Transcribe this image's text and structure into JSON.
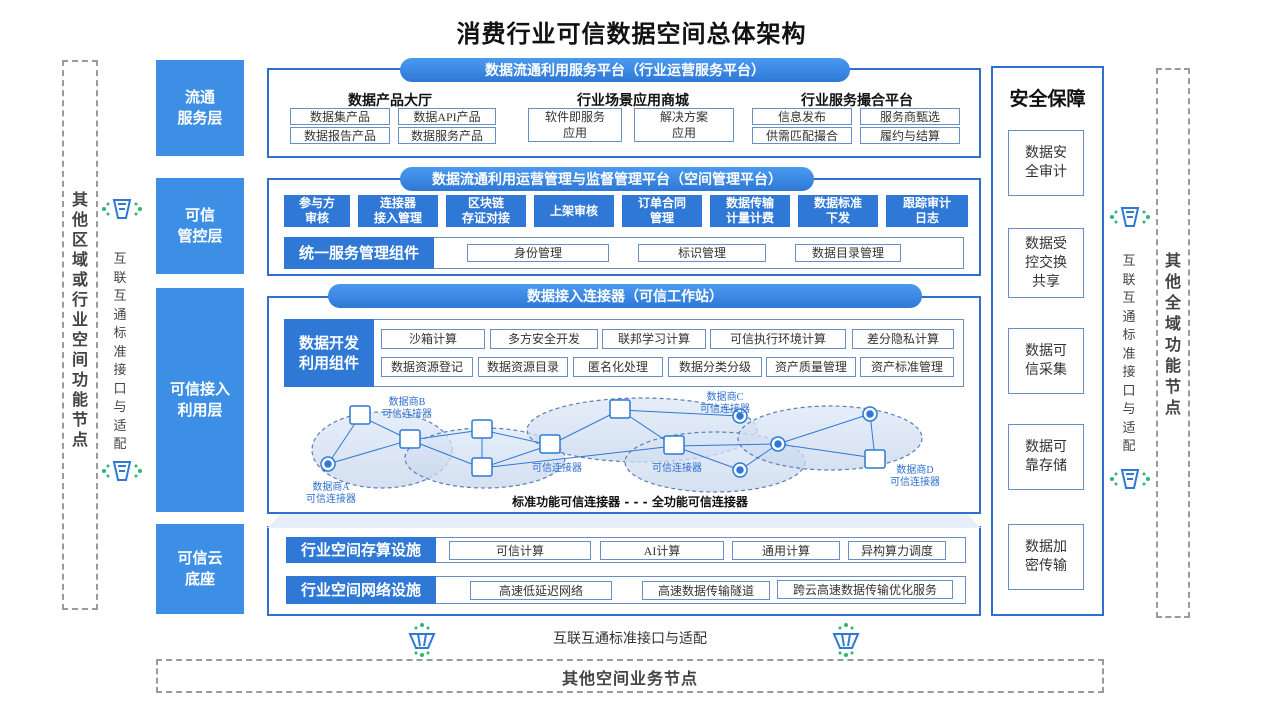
{
  "title": "消费行业可信数据空间总体架构",
  "left_node": {
    "label": "其他区域或行业空间功能节点",
    "interface": "互联互通标准接口与适配"
  },
  "right_node": {
    "label": "其他全域功能节点",
    "interface": "互联互通标准接口与适配"
  },
  "bottom_node": {
    "label": "其他空间业务节点",
    "interface": "互联互通标准接口与适配"
  },
  "layers": {
    "circulation": "流通\n服务层",
    "control": "可信\n管控层",
    "access": "可信接入\n利用层",
    "cloud": "可信云\n底座"
  },
  "circulation_platform": {
    "title": "数据流通利用服务平台（行业运营服务平台）",
    "groups": [
      {
        "title": "数据产品大厅",
        "items": [
          "数据集产品",
          "数据API产品",
          "数据报告产品",
          "数据服务产品"
        ]
      },
      {
        "title": "行业场景应用商城",
        "items": [
          "软件即服务\n应用",
          "解决方案\n应用"
        ]
      },
      {
        "title": "行业服务撮合平台",
        "items": [
          "信息发布",
          "服务商甄选",
          "供需匹配撮合",
          "履约与结算"
        ]
      }
    ]
  },
  "control_platform": {
    "title": "数据流通利用运营管理与监督管理平台（空间管理平台）",
    "modules": [
      "参与方\n审核",
      "连接器\n接入管理",
      "区块链\n存证对接",
      "上架审核",
      "订单合同\n管理",
      "数据传输\n计量计费",
      "数据标准\n下发",
      "跟踪审计\n日志"
    ],
    "unified": {
      "title": "统一服务管理组件",
      "items": [
        "身份管理",
        "标识管理",
        "数据目录管理"
      ]
    }
  },
  "access_platform": {
    "title": "数据接入连接器（可信工作站）",
    "dev_component": "数据开发\n利用组件",
    "row1": [
      "沙箱计算",
      "多方安全开发",
      "联邦学习计算",
      "可信执行环境计算",
      "差分隐私计算"
    ],
    "row2": [
      "数据资源登记",
      "数据资源目录",
      "匿名化处理",
      "数据分类分级",
      "资产质量管理",
      "资产标准管理"
    ],
    "network": {
      "label_a": "数据商A\n可信连接器",
      "label_b": "数据商B\n可信连接器",
      "label_c": "数据商C\n可信连接器",
      "label_d": "数据商D\n可信连接器",
      "connector_1": "可信连接器",
      "connector_2": "可信连接器",
      "caption": "标准功能可信连接器 - - - 全功能可信连接器"
    }
  },
  "cloud_platform": {
    "storage": {
      "title": "行业空间存算设施",
      "items": [
        "可信计算",
        "AI计算",
        "通用计算",
        "异构算力调度"
      ]
    },
    "network": {
      "title": "行业空间网络设施",
      "items": [
        "高速低延迟网络",
        "高速数据传输隧道",
        "跨云高速数据传输优化服务"
      ]
    }
  },
  "security": {
    "title": "安全保障",
    "items": [
      "数据安\n全审计",
      "数据受\n控交换\n共享",
      "数据可\n信采集",
      "数据可\n靠存储",
      "数据加\n密传输"
    ]
  },
  "colors": {
    "primary": "#2f78d6",
    "layer": "#3d8fe6",
    "border": "#2f6fd0",
    "green": "#2bb673"
  }
}
